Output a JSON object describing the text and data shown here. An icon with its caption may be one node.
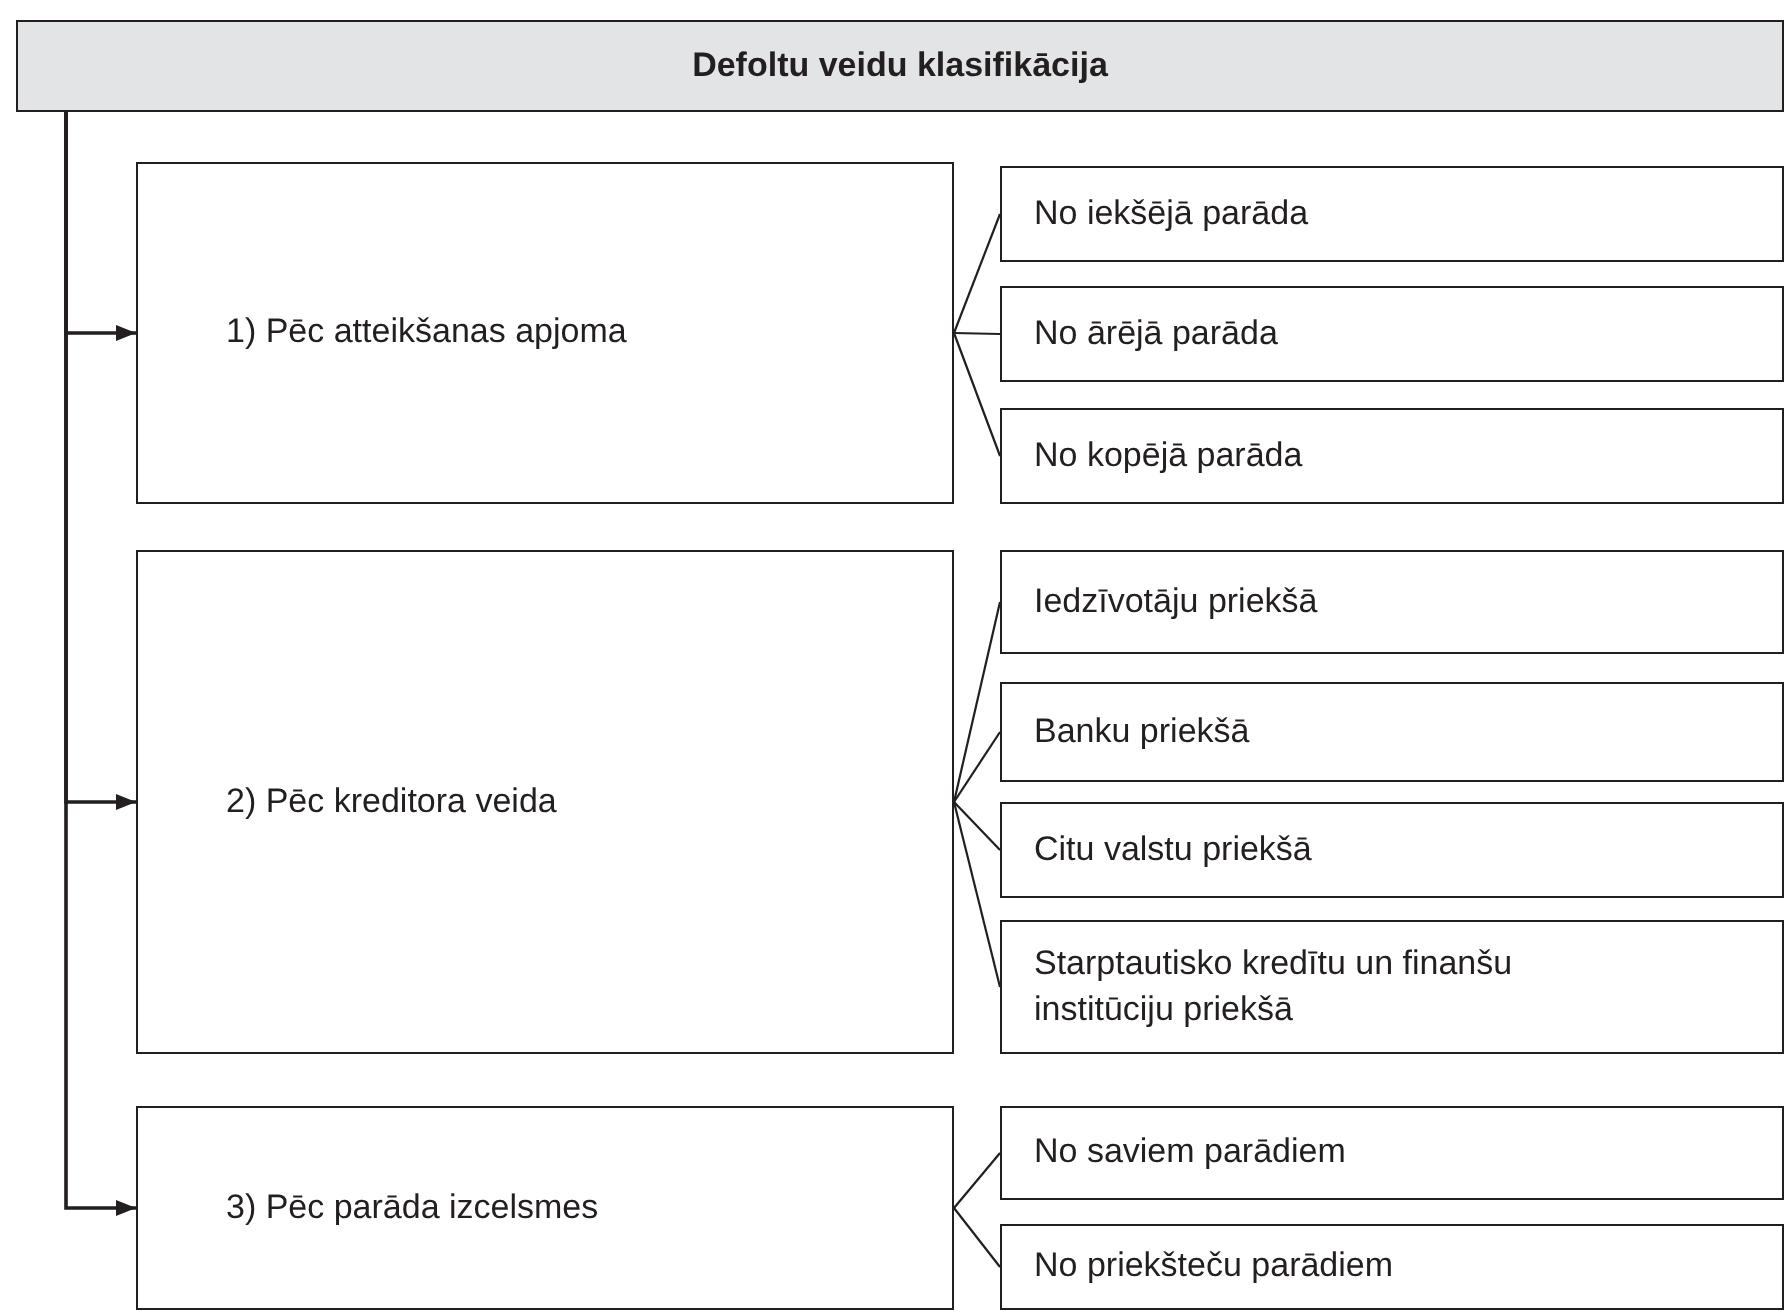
{
  "diagram": {
    "nodes": [
      {
        "text": [
          "Defoltu veidu klasifikācija"
        ]
      },
      {
        "text": [
          "1) Pēc atteikšanas apjoma"
        ]
      },
      {
        "text": [
          "No iekšējā parāda"
        ]
      },
      {
        "text": [
          "No ārējā parāda"
        ]
      },
      {
        "text": [
          "No kopējā parāda"
        ]
      },
      {
        "text": [
          "2) Pēc kreditora veida"
        ]
      },
      {
        "text": [
          "Iedzīvotāju priekšā"
        ]
      },
      {
        "text": [
          "Banku priekšā"
        ]
      },
      {
        "text": [
          "Citu valstu priekšā"
        ]
      },
      {
        "text": [
          "Starptautisko kredītu un finanšu institūciju priekšā"
        ]
      },
      {
        "text": [
          "3) Pēc parāda izcelsmes"
        ]
      },
      {
        "text": [
          "No saviem parādiem"
        ]
      },
      {
        "text": [
          "No priekšteču parādiem"
        ]
      }
    ],
    "edges": [
      {
        "from": 0,
        "to": 1,
        "arrow": "to"
      },
      {
        "from": 0,
        "to": 5,
        "arrow": "to"
      },
      {
        "from": 0,
        "to": 10,
        "arrow": "to"
      },
      {
        "from": 1,
        "to": 2,
        "arrow": "none"
      },
      {
        "from": 1,
        "to": 3,
        "arrow": "none"
      },
      {
        "from": 1,
        "to": 4,
        "arrow": "none"
      },
      {
        "from": 5,
        "to": 6,
        "arrow": "none"
      },
      {
        "from": 5,
        "to": 7,
        "arrow": "none"
      },
      {
        "from": 5,
        "to": 8,
        "arrow": "none"
      },
      {
        "from": 5,
        "to": 9,
        "arrow": "none"
      },
      {
        "from": 10,
        "to": 11,
        "arrow": "none"
      },
      {
        "from": 10,
        "to": 12,
        "arrow": "none"
      }
    ]
  }
}
